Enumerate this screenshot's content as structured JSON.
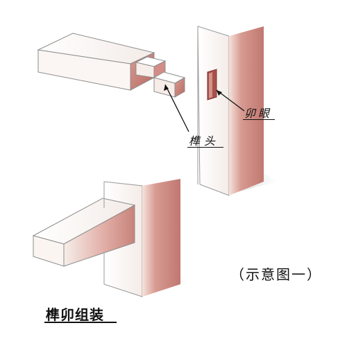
{
  "labels": {
    "tenon": "榫头",
    "mortise": "卯眼",
    "caption": "（示意图一）",
    "title": "榫卯组装"
  },
  "colors": {
    "wood_face": "#fbf4ef",
    "wood_shade": "#c9817a",
    "wood_dark": "#9e4a45",
    "outline": "#888888",
    "ink": "#111111"
  }
}
